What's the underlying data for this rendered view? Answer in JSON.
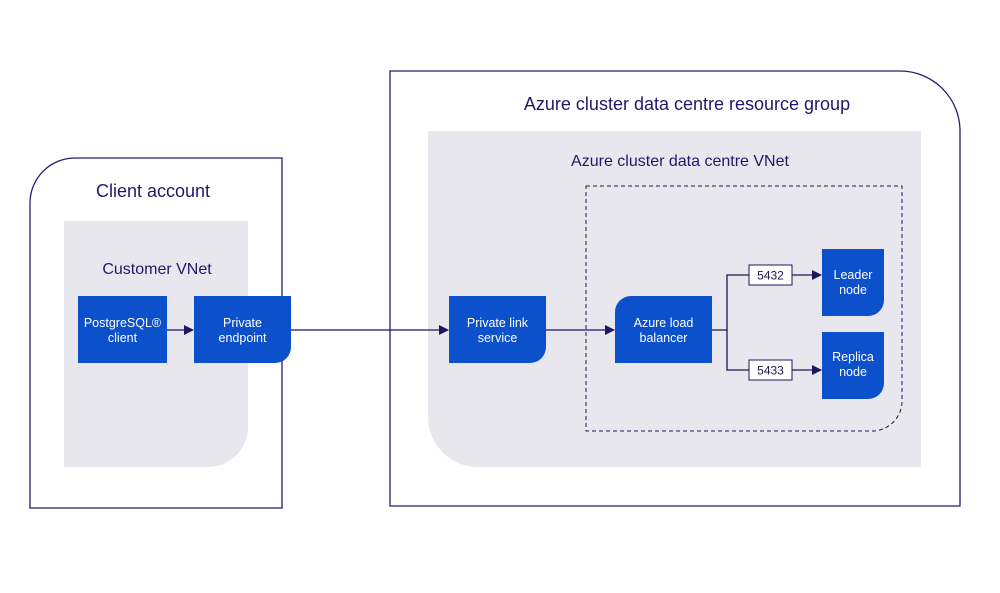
{
  "colors": {
    "outline": "#2b1b6e",
    "vnet_fill": "#e9e7ee",
    "node_fill": "#0c50cc",
    "node_text": "#ffffff",
    "title_text": "#22186b",
    "edge": "#1f1560"
  },
  "client_account": {
    "title": "Client account",
    "vnet_title": "Customer VNet",
    "nodes": {
      "postgres_client": {
        "line1": "PostgreSQL®",
        "line2": "client"
      },
      "private_endpoint": {
        "line1": "Private",
        "line2": "endpoint"
      }
    }
  },
  "resource_group": {
    "title": "Azure cluster data centre resource group",
    "vnet_title": "Azure cluster data centre VNet",
    "nodes": {
      "private_link": {
        "line1": "Private link",
        "line2": "service"
      },
      "load_balancer": {
        "line1": "Azure load",
        "line2": "balancer"
      },
      "leader": {
        "line1": "Leader",
        "line2": "node"
      },
      "replica": {
        "line1": "Replica",
        "line2": "node"
      }
    },
    "ports": {
      "leader_port": "5432",
      "replica_port": "5433"
    }
  },
  "edges": [
    {
      "from": "PostgreSQL® client",
      "to": "Private endpoint"
    },
    {
      "from": "Private endpoint",
      "to": "Private link service"
    },
    {
      "from": "Private link service",
      "to": "Azure load balancer"
    },
    {
      "from": "Azure load balancer",
      "to": "Leader node",
      "label": "5432"
    },
    {
      "from": "Azure load balancer",
      "to": "Replica node",
      "label": "5433"
    }
  ]
}
